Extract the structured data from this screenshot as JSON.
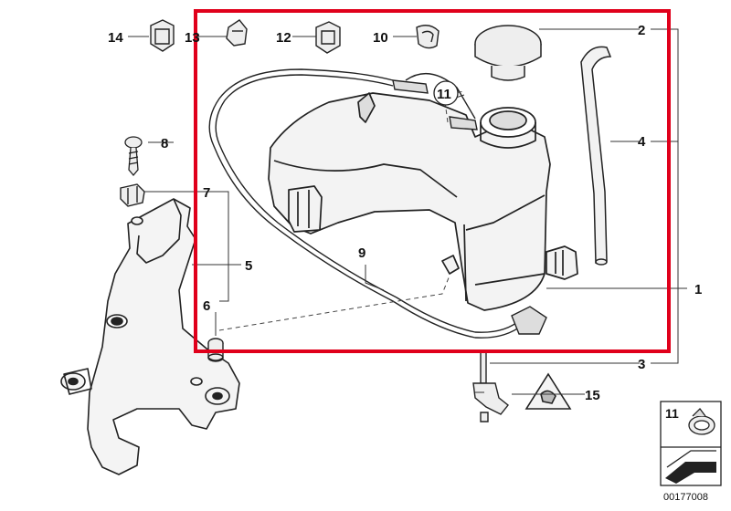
{
  "diagram": {
    "callouts": {
      "c1": "1",
      "c2": "2",
      "c3": "3",
      "c4": "4",
      "c5": "5",
      "c6": "6",
      "c7": "7",
      "c8": "8",
      "c9": "9",
      "c10": "10",
      "c11": "11",
      "c12": "12",
      "c13": "13",
      "c14": "14",
      "c15": "15"
    },
    "legend_box": {
      "label": "11"
    },
    "reference_number": "00177008",
    "highlight_color": "#e0001b"
  }
}
